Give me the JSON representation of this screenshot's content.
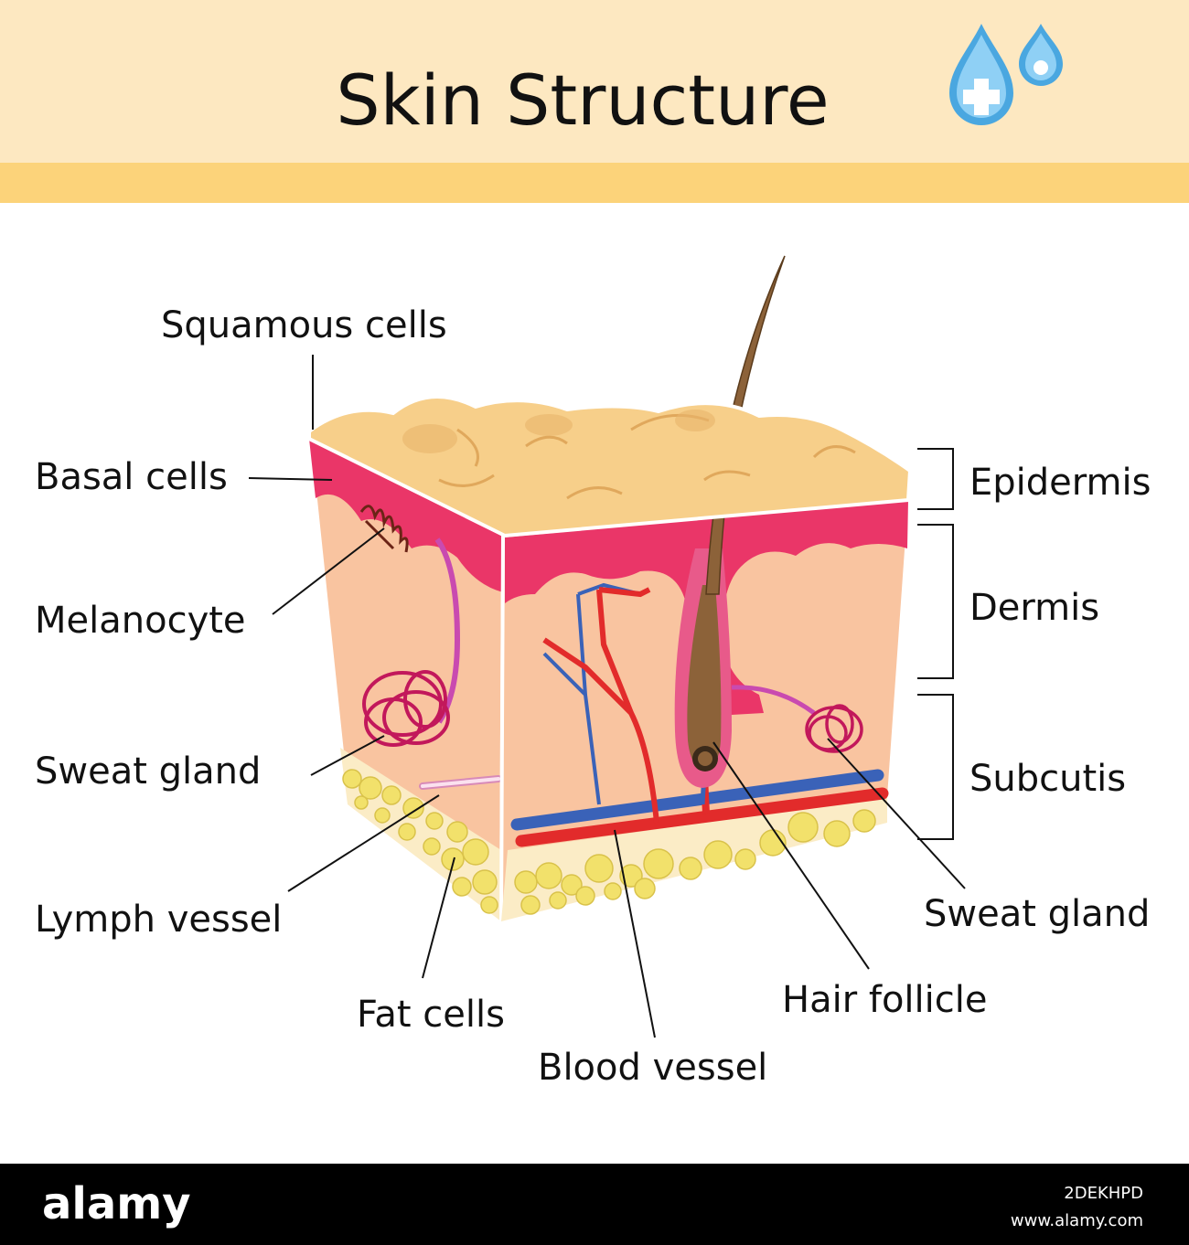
{
  "title": "Skin Structure",
  "labels": {
    "squamous_cells": "Squamous cells",
    "basal_cells": "Basal cells",
    "melanocyte": "Melanocyte",
    "sweat_gland_left": "Sweat gland",
    "lymph_vessel": "Lymph vessel",
    "fat_cells": "Fat cells",
    "blood_vessel": "Blood vessel",
    "hair_follicle": "Hair follicle",
    "sweat_gland_right": "Sweat gland",
    "epidermis": "Epidermis",
    "dermis": "Dermis",
    "subcutis": "Subcutis"
  },
  "watermark": {
    "logo": "alamy",
    "image_id": "2DEKHPD",
    "url": "www.alamy.com"
  },
  "icons": [
    "water-drop-icon",
    "medical-cross-icon"
  ],
  "colors": {
    "header_bg": "#fde8c1",
    "header_stripe": "#fcd37a",
    "skin_surface": "#f7cf8a",
    "epidermis": "#ea3668",
    "dermis": "#f9c4a0",
    "fat": "#f2e16b",
    "artery": "#e22b2b",
    "vein": "#3a62b8",
    "hair": "#8c6239",
    "drop": "#4aa7e0"
  }
}
